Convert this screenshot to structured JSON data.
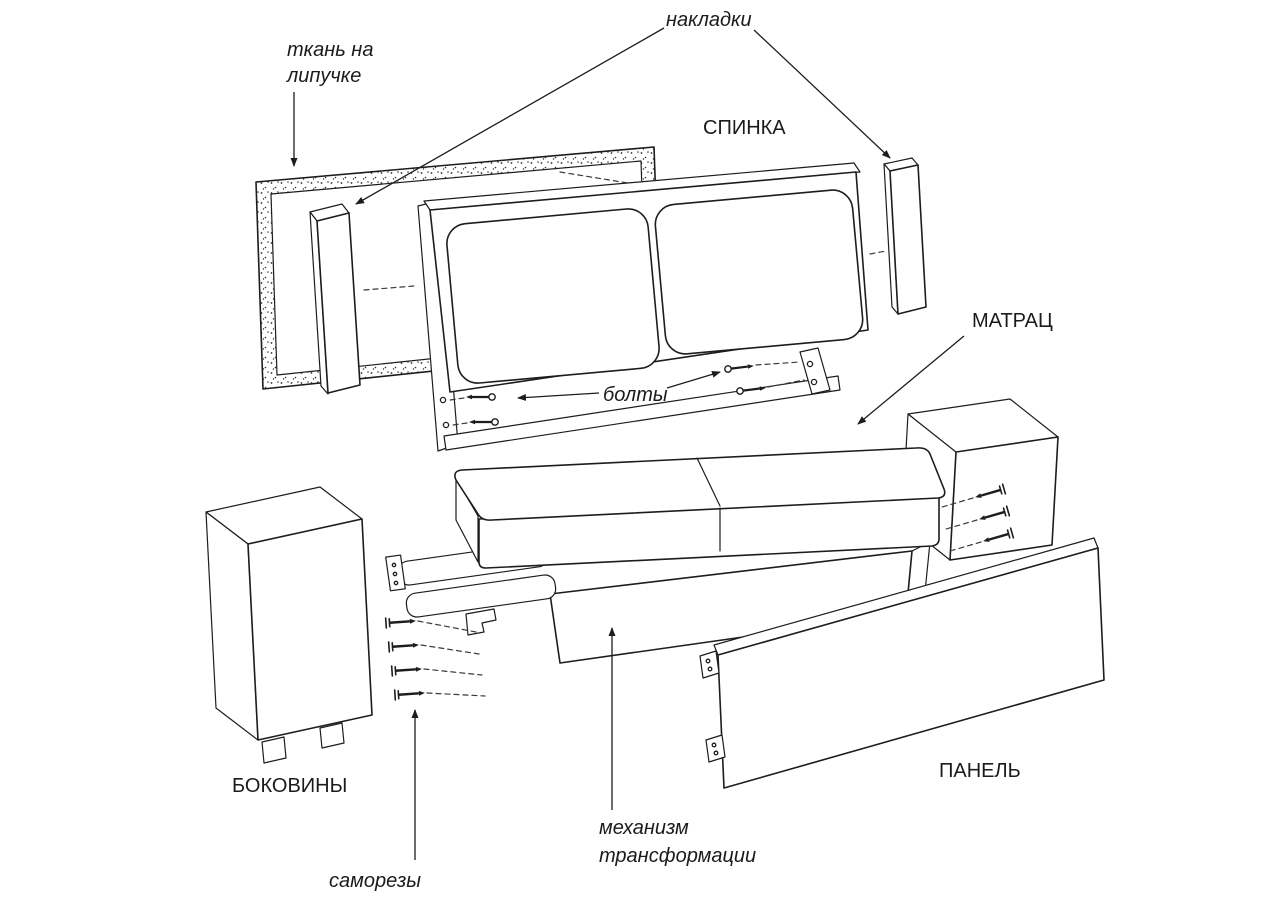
{
  "diagram": {
    "kind": "exploded-assembly-diagram",
    "colors": {
      "line": "#1d1d1d",
      "background": "#ffffff",
      "dash": "#3a3a3a"
    },
    "labels": {
      "overlays": "накладки",
      "velcro_fabric": {
        "line1": "ткань на",
        "line2": "липучке"
      },
      "backrest": "СПИНКА",
      "mattress": "МАТРАЦ",
      "bolts": "болты",
      "side_panels": "БОКОВИНЫ",
      "front_panel": "ПАНЕЛЬ",
      "mechanism": {
        "line1": "механизм",
        "line2": "трансформации"
      },
      "screws": "саморезы"
    }
  }
}
